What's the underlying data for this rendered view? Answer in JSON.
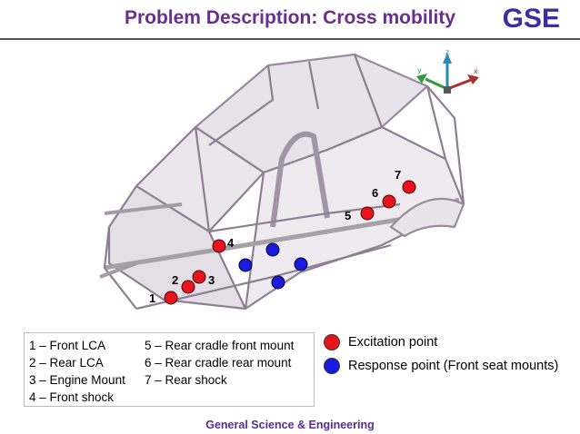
{
  "header": {
    "title": "Problem Description: Cross mobility",
    "logo": "GSE"
  },
  "axes": {
    "x": "x",
    "y": "y",
    "z": "z"
  },
  "point_labels": [
    "1",
    "2",
    "3",
    "4",
    "5",
    "6",
    "7"
  ],
  "legend": {
    "col1": [
      "1 – Front LCA",
      "2 – Rear LCA",
      "3 – Engine Mount",
      "4 – Front shock"
    ],
    "col2": [
      "5 – Rear cradle front mount",
      "6 – Rear cradle rear mount",
      "7 – Rear shock"
    ]
  },
  "key": {
    "excitation": "Excitation point",
    "response": "Response point (Front seat mounts)"
  },
  "colors": {
    "excitation": "#e8141c",
    "response": "#1a1ae0",
    "title": "#6a2e8e",
    "logo": "#3a2f9e"
  },
  "footer": "General Science & Engineering"
}
